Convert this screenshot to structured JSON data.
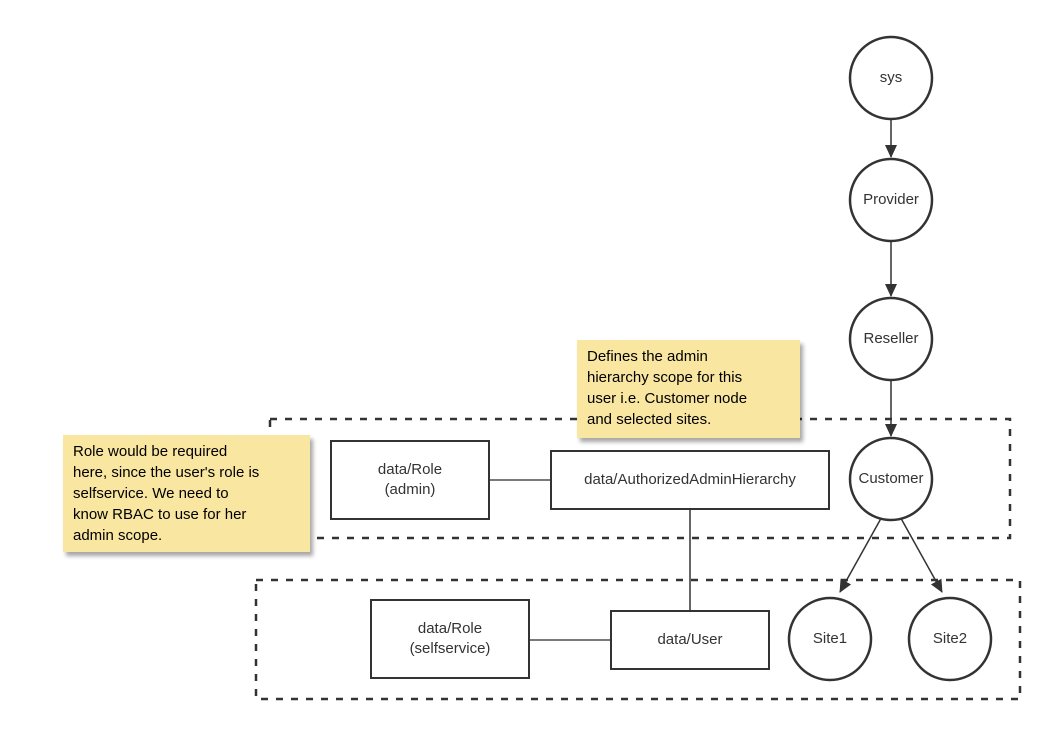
{
  "diagram": {
    "colors": {
      "stroke": "#333333",
      "note_background": "#f9e6a1",
      "note_text": "#000000",
      "background": "#ffffff"
    },
    "nodes": {
      "sys": {
        "label": "sys"
      },
      "provider": {
        "label": "Provider"
      },
      "reseller": {
        "label": "Reseller"
      },
      "customer": {
        "label": "Customer"
      },
      "site1": {
        "label": "Site1"
      },
      "site2": {
        "label": "Site2"
      }
    },
    "boxes": {
      "role_admin": {
        "label": "data/Role\n(admin)"
      },
      "authorized_admin_hierarchy": {
        "label": "data/AuthorizedAdminHierarchy"
      },
      "role_selfservice": {
        "label": "data/Role\n(selfservice)"
      },
      "user": {
        "label": "data/User"
      }
    },
    "notes": {
      "admin_hierarchy_note": {
        "text": "Defines the admin\nhierarchy scope for this\nuser i.e. Customer node\nand selected sites."
      },
      "role_note": {
        "text": "Role would be required\nhere, since the user's role is\nselfservice. We need to\nknow RBAC to use for her\nadmin scope."
      }
    }
  }
}
